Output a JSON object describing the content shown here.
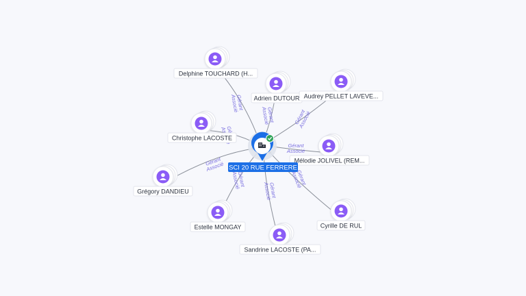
{
  "colors": {
    "person": "#8b5cf6",
    "company": "#1c6fe6",
    "verified": "#2fa55a",
    "edge": "#8a8f99",
    "edge_label": "#7a6fe0"
  },
  "center": {
    "label": "SCI 20 RUE FERRERE",
    "icon": "building-icon",
    "badge_icon": "check-icon"
  },
  "nodes": [
    {
      "id": "delphine",
      "label": "Delphine TOUCHARD (H...",
      "roles": [
        "Gérant",
        "Associé"
      ],
      "icon": "person-icon"
    },
    {
      "id": "adrien",
      "label": "Adrien DUTOUR",
      "roles": [
        "Gérant",
        "Associé"
      ],
      "icon": "person-icon"
    },
    {
      "id": "audrey",
      "label": "Audrey PELLET LAVEVE...",
      "roles": [
        "Gérant",
        "Associé"
      ],
      "icon": "person-icon"
    },
    {
      "id": "christophe",
      "label": "Christophe LACOSTE",
      "roles": [
        "Gérant",
        "Associé"
      ],
      "icon": "person-icon"
    },
    {
      "id": "melodie",
      "label": "Mélodie JOLIVEL (REM...",
      "roles": [
        "Gérant",
        "Associé"
      ],
      "icon": "person-icon"
    },
    {
      "id": "gregory",
      "label": "Grégory DANDIEU",
      "roles": [
        "Gérant",
        "Associé"
      ],
      "icon": "person-icon"
    },
    {
      "id": "cyrille",
      "label": "Cyrille DE RUL",
      "roles": [
        "Gérant",
        "Associé"
      ],
      "icon": "person-icon"
    },
    {
      "id": "estelle",
      "label": "Estelle MONGAY",
      "roles": [
        "Gérant",
        "Associé"
      ],
      "icon": "person-icon"
    },
    {
      "id": "sandrine",
      "label": "Sandrine LACOSTE (PA...",
      "roles": [
        "Gérant",
        "Associé"
      ],
      "icon": "person-icon"
    }
  ]
}
